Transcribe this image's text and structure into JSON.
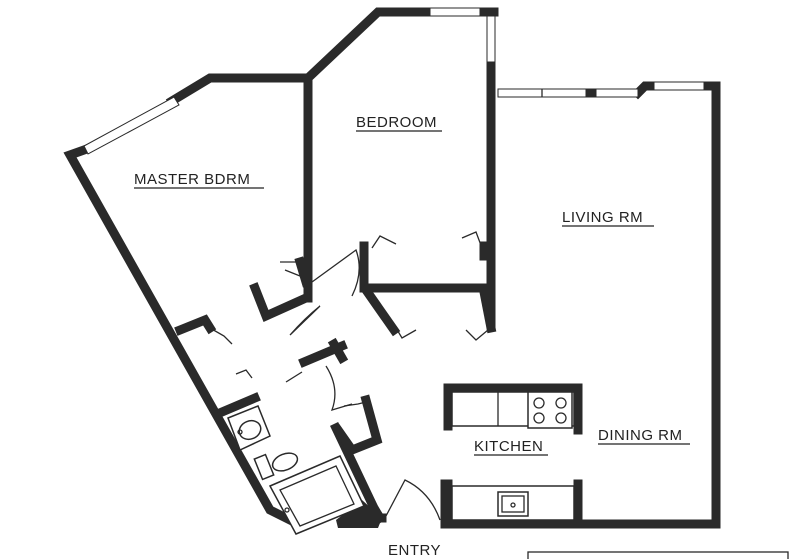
{
  "rooms": {
    "master_bedroom": "MASTER BDRM",
    "bedroom": "BEDROOM",
    "living_room": "LIVING RM",
    "kitchen": "KITCHEN",
    "dining_room": "DINING RM",
    "entry": "ENTRY"
  }
}
